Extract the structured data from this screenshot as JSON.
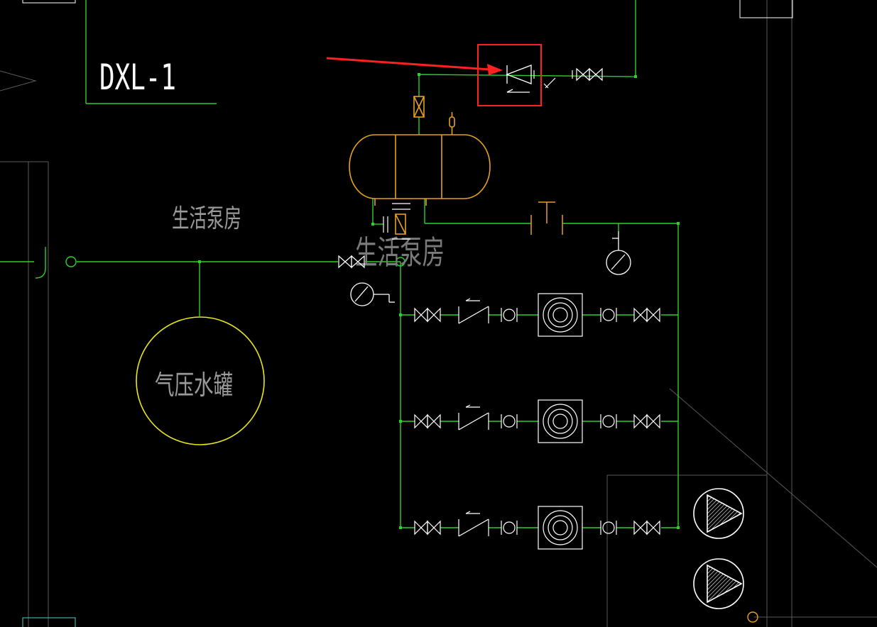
{
  "drawing": {
    "system_label": "DXL-1",
    "room_label_main": "生活泵房",
    "room_label_ghost": "生活泵房",
    "tank_label": "气压水罐"
  },
  "colors": {
    "background": "#000000",
    "pipe": "#2ad12a",
    "equipment_orange": "#e6a11e",
    "symbol_white": "#ffffff",
    "tank_yellow": "#e8e81c",
    "grid_gray": "#5a5a5a",
    "text_gray": "#9a9a9a",
    "highlight_red": "#ff2020",
    "teal": "#3fd6c6"
  },
  "annotation": {
    "highlighted_symbol": "backflow-preventer-icon",
    "pointer": "red-arrow-icon"
  },
  "pump_branches": [
    "branch-1",
    "branch-2",
    "branch-3"
  ]
}
